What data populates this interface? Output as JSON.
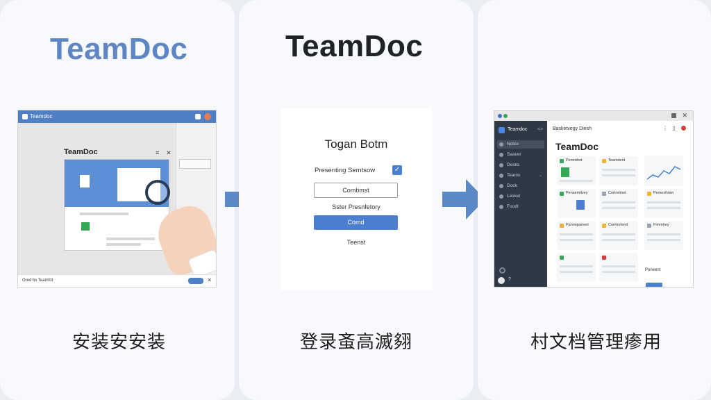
{
  "steps": [
    {
      "brand": "TeamDoc",
      "caption": "安装安安装",
      "shot": {
        "app_title": "Teamdoc",
        "dialog_title": "TeamDoc",
        "status_text": "Ored bs Teamfot"
      }
    },
    {
      "brand": "TeamDoc",
      "caption": "登录蚉高滅翗",
      "shot": {
        "title": "Togan Botm",
        "remember_label": "Presenting Semtsow",
        "input_value": "Combmst",
        "link_text": "Sster Presnfetory",
        "primary_button": "Comd",
        "footer_text": "Teenst"
      }
    },
    {
      "brand": "",
      "caption": "村文档管理瘆用",
      "shot": {
        "app_name": "Teamdoc",
        "sidebar_items": [
          "Notes",
          "Saaver",
          "Desks",
          "Teams",
          "Dock",
          "Lesket",
          "Foodt"
        ],
        "breadcrumb": "Basketvegy Diesh",
        "heading": "TeamDoc",
        "cards": [
          {
            "title": "Pemmhet"
          },
          {
            "title": "Teamdent"
          },
          {
            "title": "Pensemtivey"
          },
          {
            "title": "Cortretinet"
          },
          {
            "title": "Pemesfoten"
          },
          {
            "title": "Pannepaneet"
          },
          {
            "title": "Cumtorlend"
          },
          {
            "title": "Fimmhey"
          }
        ],
        "bottom_label": "Poneent"
      }
    }
  ],
  "colors": {
    "accent_blue": "#4c7fd0",
    "brand_blue": "#5f86c4",
    "sidebar_dark": "#2f3845",
    "arrow": "#5b89c8"
  }
}
